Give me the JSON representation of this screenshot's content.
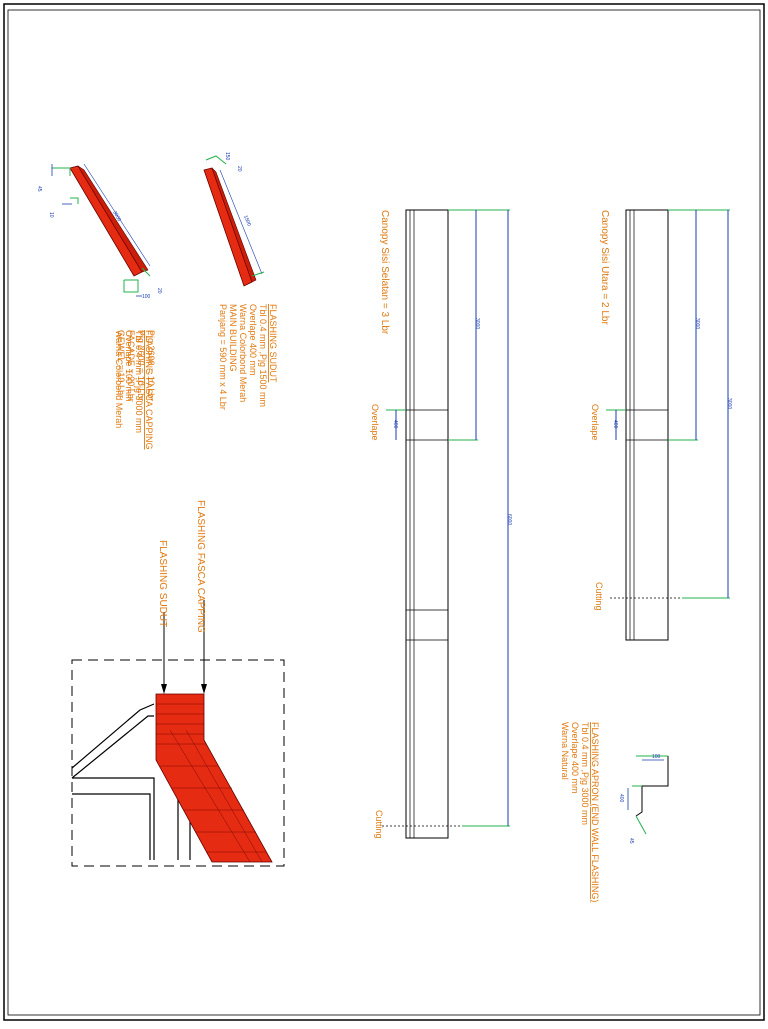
{
  "colors": {
    "red_flashing": "#e52b12",
    "annotation_orange": "#e07a10",
    "dim_blue": "#1a3db0",
    "ext_green": "#22b14c"
  },
  "flashing_sudut": {
    "title": "FLASHING SUDUT",
    "lines": [
      "Tbl 0.4 mm ,Pjg 1500 mm",
      "Overlape 400 mm",
      "Warna Colorbond Merah",
      "MAIN BUILDING",
      "Panjang = 590 mm x 4 Lbr"
    ],
    "dims": [
      "150",
      "20",
      "1500"
    ]
  },
  "flashing_fasca": {
    "title": "FLASHING FASCA CAPPING",
    "lines": [
      "Tbl 0.4 mm ,Pjg 3000 mm",
      "Overlape 100 mm",
      "Warna Colorbond Merah"
    ],
    "lines2": [
      "GEWEL = 10 Lbr",
      "FACADE = 20 Lbr",
      "Pjg 2600 = 10 Lbr",
      "Pjg 2600 = 10 Lbr"
    ],
    "dims": [
      "45",
      "10",
      "3000",
      "20",
      "100"
    ]
  },
  "canopy_selatan": {
    "label": "Canopy Sisi Selatan = 3 Lbr",
    "overlap": "Overlape",
    "cutting": "Cutting",
    "dims": [
      "3000",
      "400",
      "6000"
    ]
  },
  "canopy_utara": {
    "label": "Canopy Sisi Utara = 2 Lbr",
    "overlap": "Overlape",
    "cutting": "Cutting",
    "dims": [
      "3000",
      "400",
      "3000"
    ]
  },
  "flashing_apron": {
    "title": "FLASHING APRON (END WALL FLASHING)",
    "lines": [
      "Tbl 0.4 mm ,Pjg 3000 mm",
      "Overlape 400 mm",
      "Warna Natural"
    ],
    "dims": [
      "100",
      "400",
      "45"
    ]
  },
  "callouts": {
    "fasca": "FLASHING FASCA CAPPING",
    "sudut": "FLASHING SUDUT"
  }
}
